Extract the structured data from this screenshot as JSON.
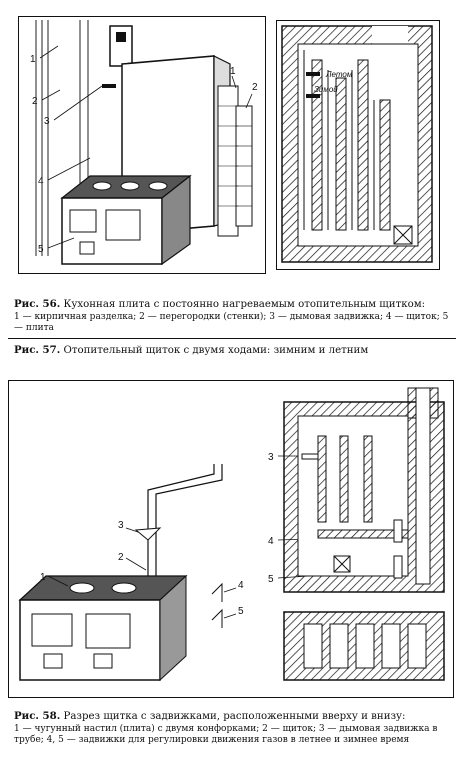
{
  "fig56": {
    "label": "Рис. 56.",
    "title": "Кухонная плита с постоянно нагреваемым отопительным щитком:",
    "legend": "1 — кирпичная разделка; 2 — перегородки (стенки); 3 — дымовая задвижка; 4 — щиток; 5 — плита",
    "callouts": [
      "1",
      "2",
      "3",
      "4",
      "5",
      "1",
      "2"
    ],
    "flow_labels": [
      "Летом",
      "Зимой"
    ]
  },
  "fig57": {
    "label": "Рис. 57.",
    "title": "Отопительный щиток с двумя ходами: зимним и летним"
  },
  "fig58": {
    "label": "Рис. 58.",
    "title": "Разрез щитка с задвижками, расположенными вверху и внизу:",
    "legend": "1 — чугунный настил (плита) с двумя конфорками; 2 — щиток; 3 — дымовая задвижка в трубе; 4, 5 — задвижки для регулировки движения газов в летнее и зимнее время",
    "callouts": [
      "1",
      "2",
      "3",
      "4",
      "5",
      "3",
      "4",
      "5"
    ]
  }
}
